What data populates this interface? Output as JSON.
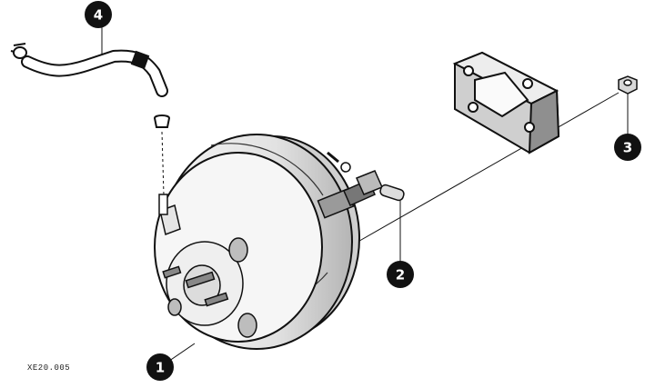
{
  "figure": {
    "reference_code": "XE20.005",
    "callouts": [
      {
        "id": "callout-1",
        "label": "1"
      },
      {
        "id": "callout-2",
        "label": "2"
      },
      {
        "id": "callout-3",
        "label": "3"
      },
      {
        "id": "callout-4",
        "label": "4"
      }
    ]
  }
}
